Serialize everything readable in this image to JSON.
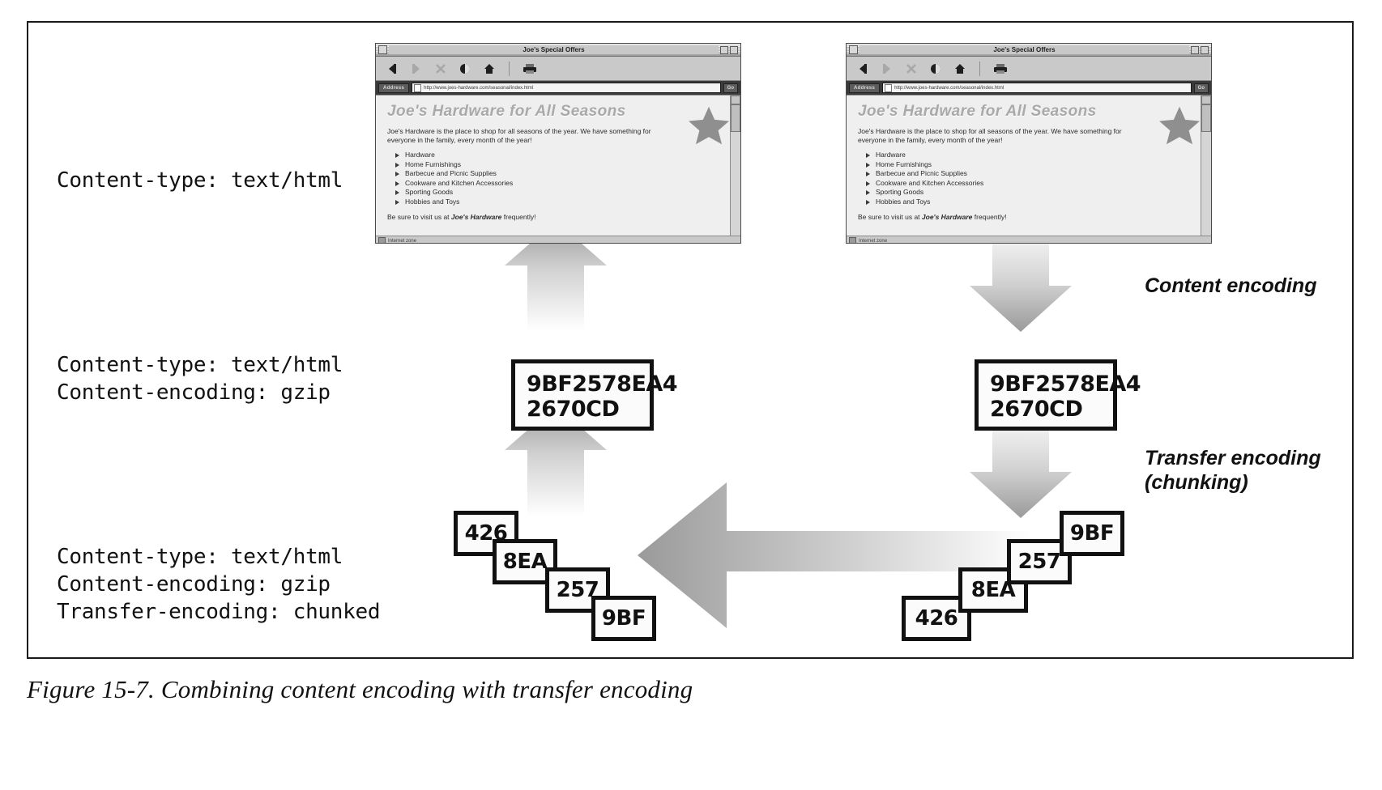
{
  "figure": {
    "caption": "Figure 15-7. Combining content encoding with transfer encoding"
  },
  "labels": {
    "top": "Content-type: text/html",
    "middle": "Content-type: text/html\nContent-encoding: gzip",
    "bottom": "Content-type: text/html\nContent-encoding: gzip\nTransfer-encoding: chunked"
  },
  "annotations": {
    "content_encoding": "Content encoding",
    "transfer_encoding": "Transfer encoding\n(chunking)"
  },
  "hex_block": {
    "text": "9BF2578EA4\n2670CD"
  },
  "chunks": {
    "left": [
      "426",
      "8EA",
      "257",
      "9BF"
    ],
    "right": [
      "426",
      "8EA",
      "257",
      "9BF"
    ]
  },
  "browser": {
    "title": "Joe's Special Offers",
    "url": "http://www.joes-hardware.com/seasonal/index.html",
    "url_button": "Address",
    "go_button": "Go",
    "page": {
      "heading": "Joe's Hardware for All Seasons",
      "paragraph": "Joe's Hardware is the place to shop for all seasons of the year. We have something for everyone in the family, every month of the year!",
      "list": [
        "Hardware",
        "Home Furnishings",
        "Barbecue and Picnic Supplies",
        "Cookware and Kitchen Accessories",
        "Sporting Goods",
        "Hobbies and Toys"
      ],
      "footer_prefix": "Be sure to visit us at ",
      "footer_link": "Joe's Hardware",
      "footer_suffix": " frequently!"
    },
    "status": "Internet zone",
    "toolbar_icons": [
      "back-icon",
      "forward-icon",
      "stop-icon",
      "refresh-icon",
      "home-icon",
      "print-icon"
    ]
  },
  "colors": {
    "ink": "#111111",
    "arrow_gray": "#9a9a9a",
    "frame": "#1a1a1a"
  }
}
